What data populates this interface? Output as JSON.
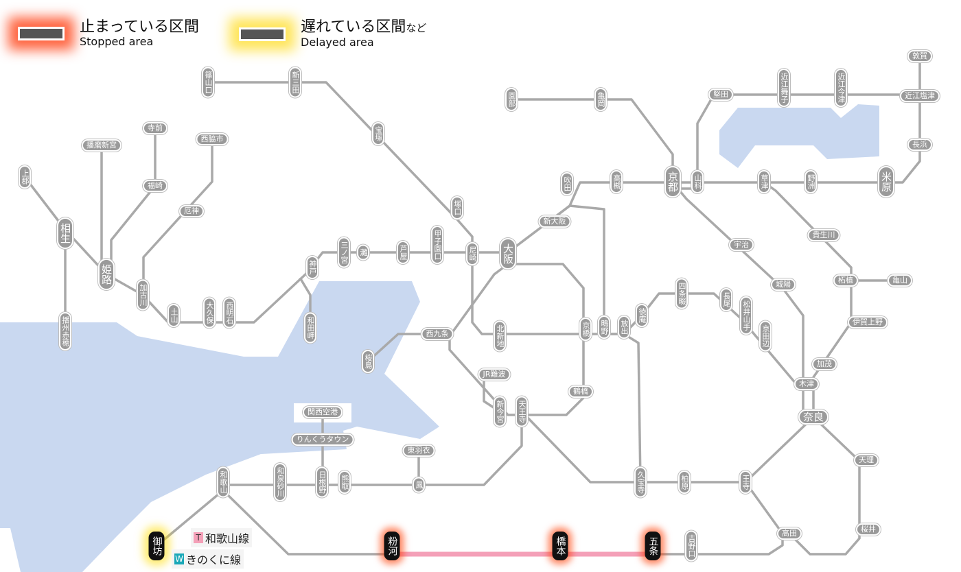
{
  "legend": {
    "stopped": {
      "ja": "止まっている区間",
      "en": "Stopped area"
    },
    "delayed": {
      "ja": "遅れている区間",
      "ja_suffix": "など",
      "en": "Delayed area"
    }
  },
  "line_legend": [
    {
      "code": "T",
      "name": "和歌山線",
      "color": "#f4a0b8"
    },
    {
      "code": "W",
      "name": "きのくに線",
      "color": "#1aa8b8"
    }
  ],
  "colors": {
    "line": "#a9a9a9",
    "water": "#c9d8f0",
    "stopped_glow": "#ff3c00",
    "stopped_line": "#f4a0b8",
    "delayed_glow": "#ffd700"
  },
  "stations": [
    {
      "name": "篠山口"
    },
    {
      "name": "新三田"
    },
    {
      "name": "宝塚"
    },
    {
      "name": "塚口"
    },
    {
      "name": "尼崎"
    },
    {
      "name": "大阪",
      "big": true
    },
    {
      "name": "新大阪"
    },
    {
      "name": "吹田"
    },
    {
      "name": "高槻"
    },
    {
      "name": "京都",
      "big": true
    },
    {
      "name": "山科"
    },
    {
      "name": "園部"
    },
    {
      "name": "亀岡"
    },
    {
      "name": "堅田"
    },
    {
      "name": "近江舞子"
    },
    {
      "name": "近江今津"
    },
    {
      "name": "近江塩津"
    },
    {
      "name": "敦賀"
    },
    {
      "name": "長浜"
    },
    {
      "name": "米原",
      "big": true
    },
    {
      "name": "野洲"
    },
    {
      "name": "草津"
    },
    {
      "name": "貴生川"
    },
    {
      "name": "柘植"
    },
    {
      "name": "亀山"
    },
    {
      "name": "伊賀上野"
    },
    {
      "name": "加茂"
    },
    {
      "name": "木津"
    },
    {
      "name": "奈良",
      "big": true
    },
    {
      "name": "天理"
    },
    {
      "name": "桜井"
    },
    {
      "name": "高田"
    },
    {
      "name": "王寺"
    },
    {
      "name": "柏原"
    },
    {
      "name": "久宝寺"
    },
    {
      "name": "宇治"
    },
    {
      "name": "城陽"
    },
    {
      "name": "京田辺"
    },
    {
      "name": "松井山手"
    },
    {
      "name": "長尾"
    },
    {
      "name": "四条畷"
    },
    {
      "name": "徳庵"
    },
    {
      "name": "放出"
    },
    {
      "name": "鴫野"
    },
    {
      "name": "京橋"
    },
    {
      "name": "北新地"
    },
    {
      "name": "西九条"
    },
    {
      "name": "桜島"
    },
    {
      "name": "鶴橋"
    },
    {
      "name": "JR難波"
    },
    {
      "name": "新今宮"
    },
    {
      "name": "天王寺"
    },
    {
      "name": "関西空港"
    },
    {
      "name": "りんくうタウン"
    },
    {
      "name": "東羽衣"
    },
    {
      "name": "鳳"
    },
    {
      "name": "熊取"
    },
    {
      "name": "日根野"
    },
    {
      "name": "和泉砂川"
    },
    {
      "name": "和歌山"
    },
    {
      "name": "御坊",
      "status": "delayed"
    },
    {
      "name": "粉河",
      "status": "stopped"
    },
    {
      "name": "橋本",
      "status": "stopped"
    },
    {
      "name": "五条",
      "status": "stopped"
    },
    {
      "name": "吉野口"
    },
    {
      "name": "三ノ宮"
    },
    {
      "name": "灘"
    },
    {
      "name": "芦屋"
    },
    {
      "name": "甲子園口"
    },
    {
      "name": "神戸"
    },
    {
      "name": "和田岬"
    },
    {
      "name": "西明石"
    },
    {
      "name": "大久保"
    },
    {
      "name": "土山"
    },
    {
      "name": "加古川"
    },
    {
      "name": "厄神"
    },
    {
      "name": "西脇市"
    },
    {
      "name": "寺前"
    },
    {
      "name": "福崎"
    },
    {
      "name": "播磨新宮"
    },
    {
      "name": "上郡"
    },
    {
      "name": "相生",
      "big": true
    },
    {
      "name": "姫路",
      "big": true
    },
    {
      "name": "播州赤穂"
    }
  ]
}
